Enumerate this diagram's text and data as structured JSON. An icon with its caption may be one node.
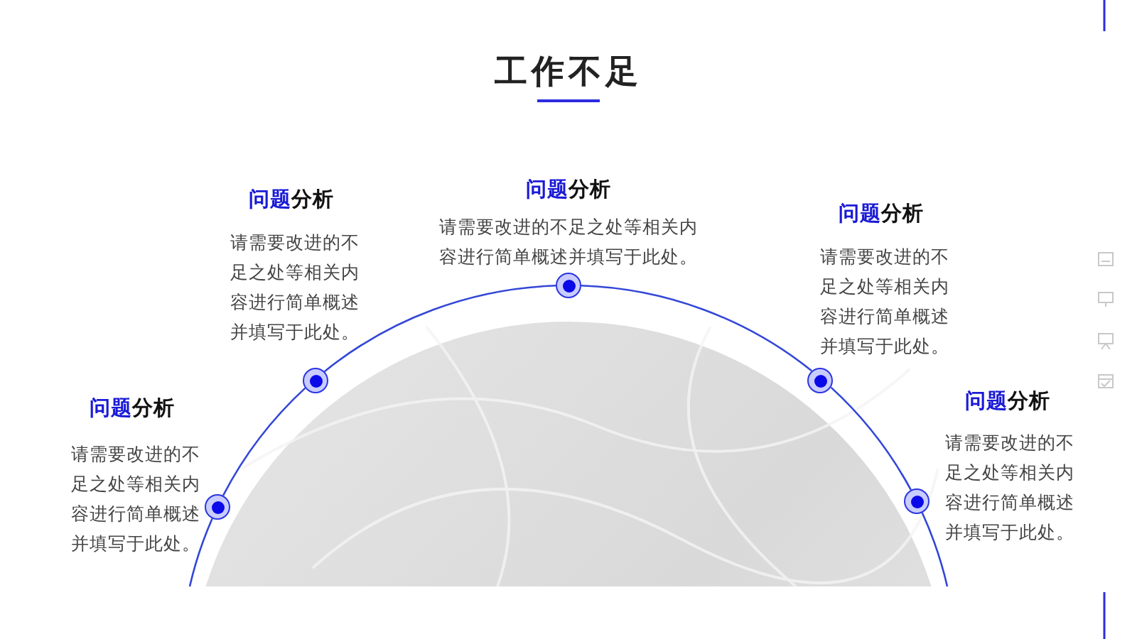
{
  "diagram": {
    "title": "工作不足",
    "nodes": [
      {
        "text": [],
        "shape": "circle",
        "beside": [
          "问题分析",
          "请需要改进的不足之处等相关内容进行简单概述并填写于此处。"
        ]
      },
      {
        "text": [],
        "shape": "circle",
        "beside": [
          "问题分析",
          "请需要改进的不足之处等相关内容进行简单概述并填写于此处。"
        ]
      },
      {
        "text": [],
        "shape": "circle",
        "beside": [
          "问题分析",
          "请需要改进的不足之处等相关内容进行简单概述并填写于此处。"
        ]
      },
      {
        "text": [],
        "shape": "circle",
        "beside": [
          "问题分析",
          "请需要改进的不足之处等相关内容进行简单概述并填写于此处。"
        ]
      },
      {
        "text": [],
        "shape": "circle",
        "beside": [
          "问题分析",
          "请需要改进的不足之处等相关内容进行简单概述并填写于此处。"
        ]
      }
    ],
    "edges": [
      {
        "from": 0,
        "to": 1,
        "arrow": "none"
      },
      {
        "from": 1,
        "to": 2,
        "arrow": "none"
      },
      {
        "from": 2,
        "to": 3,
        "arrow": "none"
      },
      {
        "from": 3,
        "to": 4,
        "arrow": "none"
      }
    ]
  }
}
